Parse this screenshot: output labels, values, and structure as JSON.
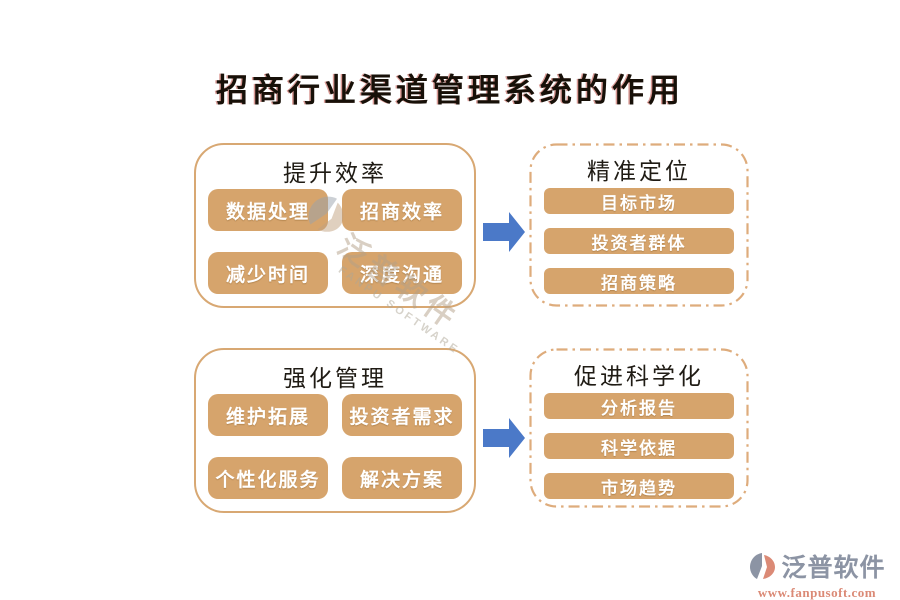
{
  "title": "招商行业渠道管理系统的作用",
  "groups": [
    {
      "header": "提升效率",
      "style": "solid",
      "items": [
        "数据处理",
        "招商效率",
        "减少时间",
        "深度沟通"
      ]
    },
    {
      "header": "精准定位",
      "style": "dashed",
      "items": [
        "目标市场",
        "投资者群体",
        "招商策略"
      ]
    },
    {
      "header": "强化管理",
      "style": "solid",
      "items": [
        "维护拓展",
        "投资者需求",
        "个性化服务",
        "解决方案"
      ]
    },
    {
      "header": "促进科学化",
      "style": "dashed",
      "items": [
        "分析报告",
        "科学依据",
        "市场趋势"
      ]
    }
  ],
  "watermark": {
    "brand": "泛普软件",
    "brand_en": "FANPU SOFTWARE"
  },
  "footer": {
    "brand": "泛普软件",
    "url": "www.fanpusoft.com"
  },
  "colors": {
    "pill_fill": "#D6A46C",
    "box_border": "#D8A873",
    "arrow_blue": "#4B79C8",
    "title_text": "#171008",
    "footer_brand": "#8C94A4",
    "footer_url": "#DB8A76"
  }
}
